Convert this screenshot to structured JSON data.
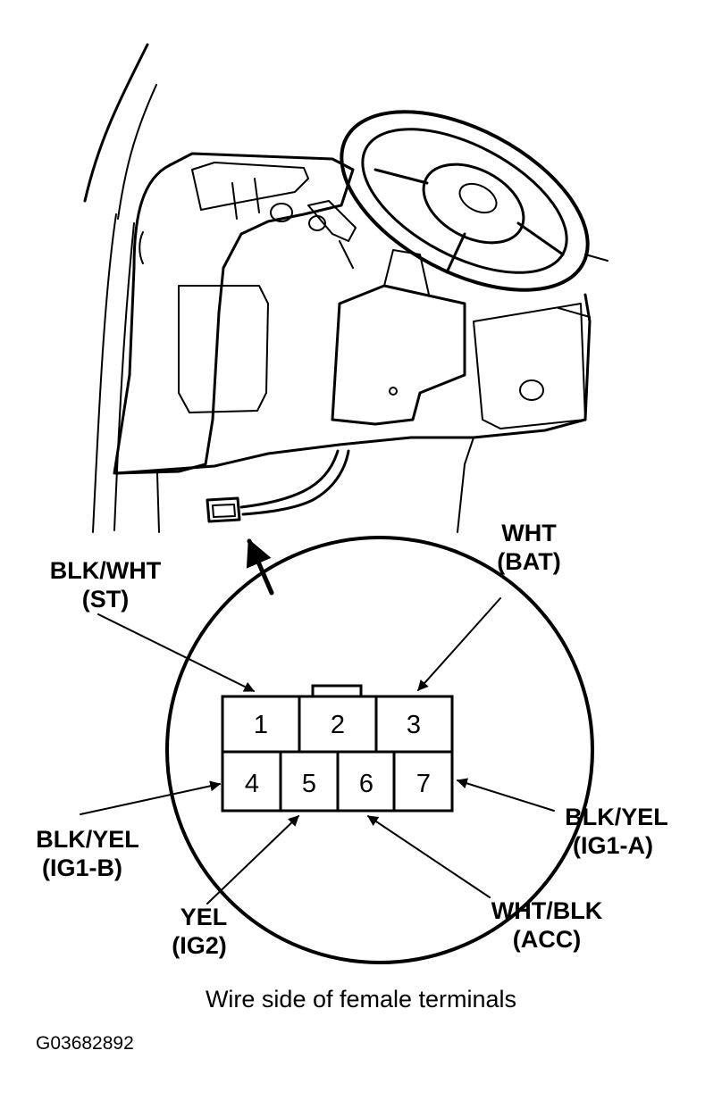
{
  "labels": {
    "st": [
      "BLK/WHT",
      "(ST)"
    ],
    "bat": [
      "WHT",
      "(BAT)"
    ],
    "ig1b": [
      "BLK/YEL",
      "(IG1-B)"
    ],
    "ig1a": [
      "BLK/YEL",
      "(IG1-A)"
    ],
    "ig2": [
      "YEL",
      "(IG2)"
    ],
    "acc": [
      "WHT/BLK",
      "(ACC)"
    ]
  },
  "terminals": [
    "1",
    "2",
    "3",
    "4",
    "5",
    "6",
    "7"
  ],
  "caption": "Wire side of female terminals",
  "figure_code": "G03682892"
}
